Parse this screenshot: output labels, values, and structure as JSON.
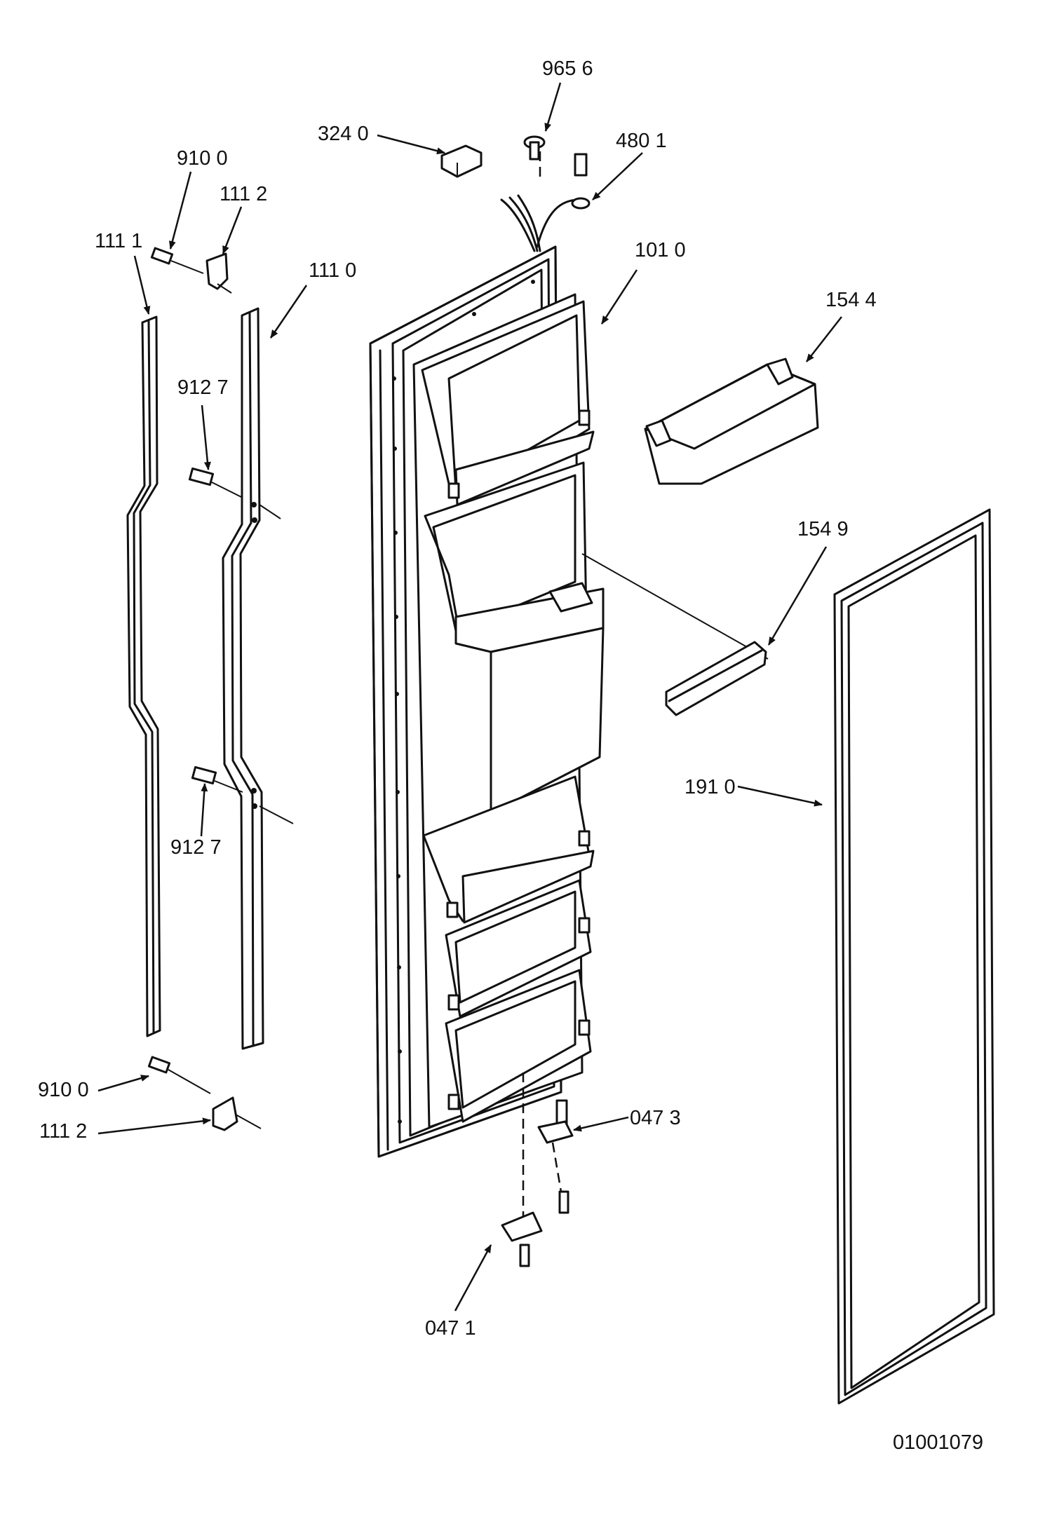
{
  "labels": {
    "p9656": "965 6",
    "p3240": "324 0",
    "p4801": "480 1",
    "p9100_top": "910 0",
    "p1112_top": "111 2",
    "p1111": "111 1",
    "p1110": "111 0",
    "p1010": "101 0",
    "p1544": "154 4",
    "p9127_top": "912 7",
    "p1549": "154 9",
    "p1910": "191 0",
    "p9127_bottom": "912 7",
    "p9100_bottom": "910 0",
    "p1112_bottom": "111 2",
    "p0473": "047 3",
    "p0471": "047 1"
  },
  "figure_id": "01001079"
}
